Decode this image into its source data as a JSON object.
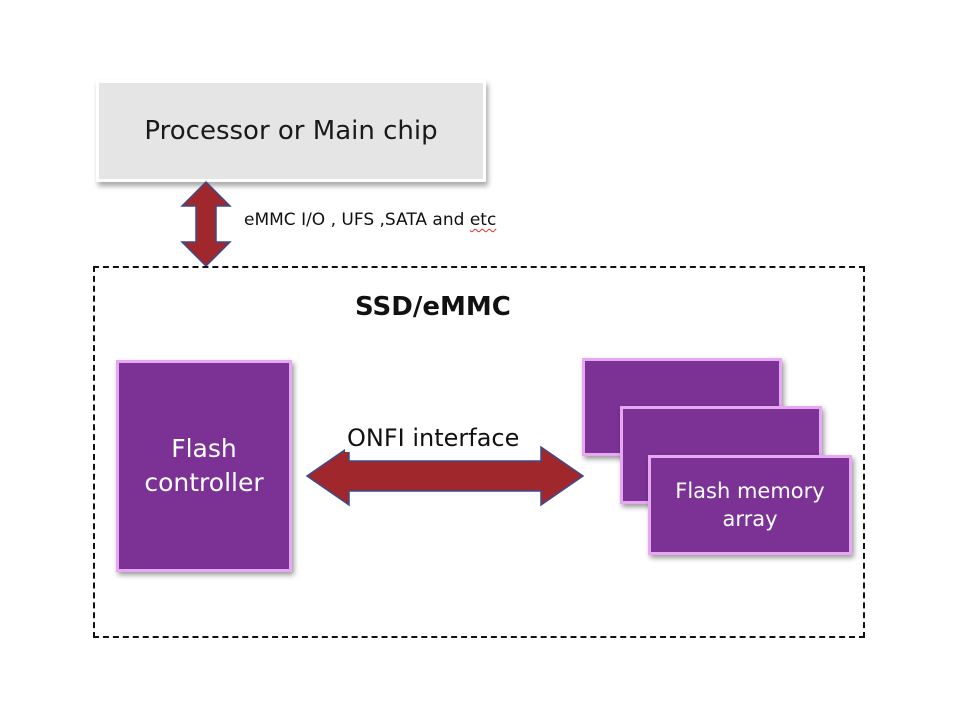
{
  "processor": {
    "label": "Processor or Main chip"
  },
  "host_interface": {
    "label_main": "eMMC I/O , UFS ,SATA and ",
    "label_flagged": "etc",
    "arrow_icon": "double-arrow-vertical"
  },
  "ssd": {
    "title": "SSD/eMMC",
    "controller": {
      "line1": "Flash",
      "line2": "controller"
    },
    "onfi": {
      "label": "ONFI interface",
      "arrow_icon": "double-arrow-horizontal"
    },
    "memory": {
      "line1": "Flash memory",
      "line2": "array",
      "stack_count": 3
    }
  },
  "colors": {
    "arrow_fill": "#a0282c",
    "arrow_stroke": "#3c4a8c",
    "block_fill": "#7b3294",
    "block_border": "#e6a8f2",
    "processor_fill": "#e5e5e5"
  }
}
